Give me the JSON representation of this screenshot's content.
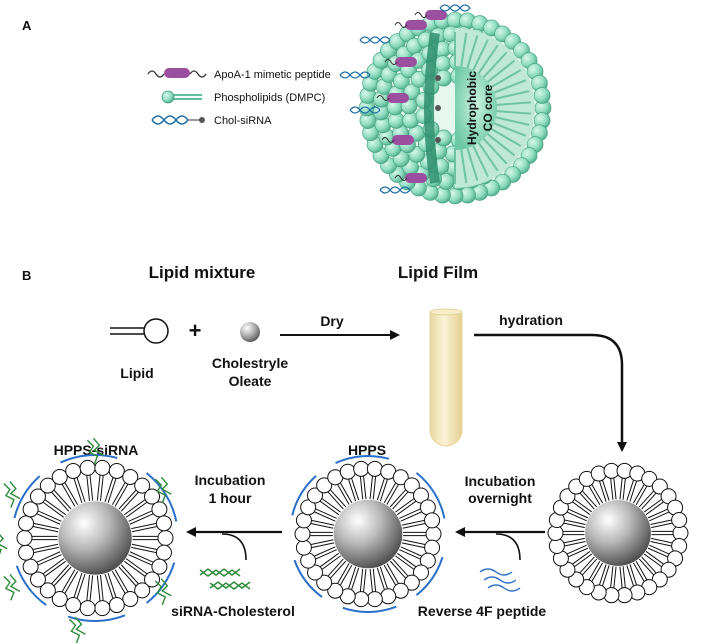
{
  "panel_a": {
    "letter": "A",
    "legend": {
      "peptide": "ApoA-1 mimetic peptide",
      "phospholipids": "Phospholipids (DMPC)",
      "sirna": "Chol-siRNA"
    },
    "core_line1": "Hydrophobic",
    "core_line2": "CO core"
  },
  "panel_b": {
    "letter": "B",
    "lipid_mixture": "Lipid mixture",
    "lipid_film": "Lipid Film",
    "lipid": "Lipid",
    "plus": "+",
    "cholestryle": "Cholestryle",
    "oleate": "Oleate",
    "dry": "Dry",
    "hydration": "hydration",
    "incubation_overnight_1": "Incubation",
    "incubation_overnight_2": "overnight",
    "reverse_peptide": "Reverse 4F peptide",
    "hpps": "HPPS",
    "incubation_hour_1": "Incubation",
    "incubation_hour_2": "1 hour",
    "sirna_cholesterol": "siRNA-Cholesterol",
    "hpps_sirna": "HPPS-siRNA"
  },
  "colors": {
    "phospholipid_head": "#8fdcc0",
    "phospholipid_dark": "#2f8f6e",
    "peptide": "#9b4f9e",
    "sirna": "#1e6fa5",
    "sirna_green": "#2e8b3a",
    "peptide_blue": "#2a6fc9",
    "tube": "#f4e6b8"
  }
}
